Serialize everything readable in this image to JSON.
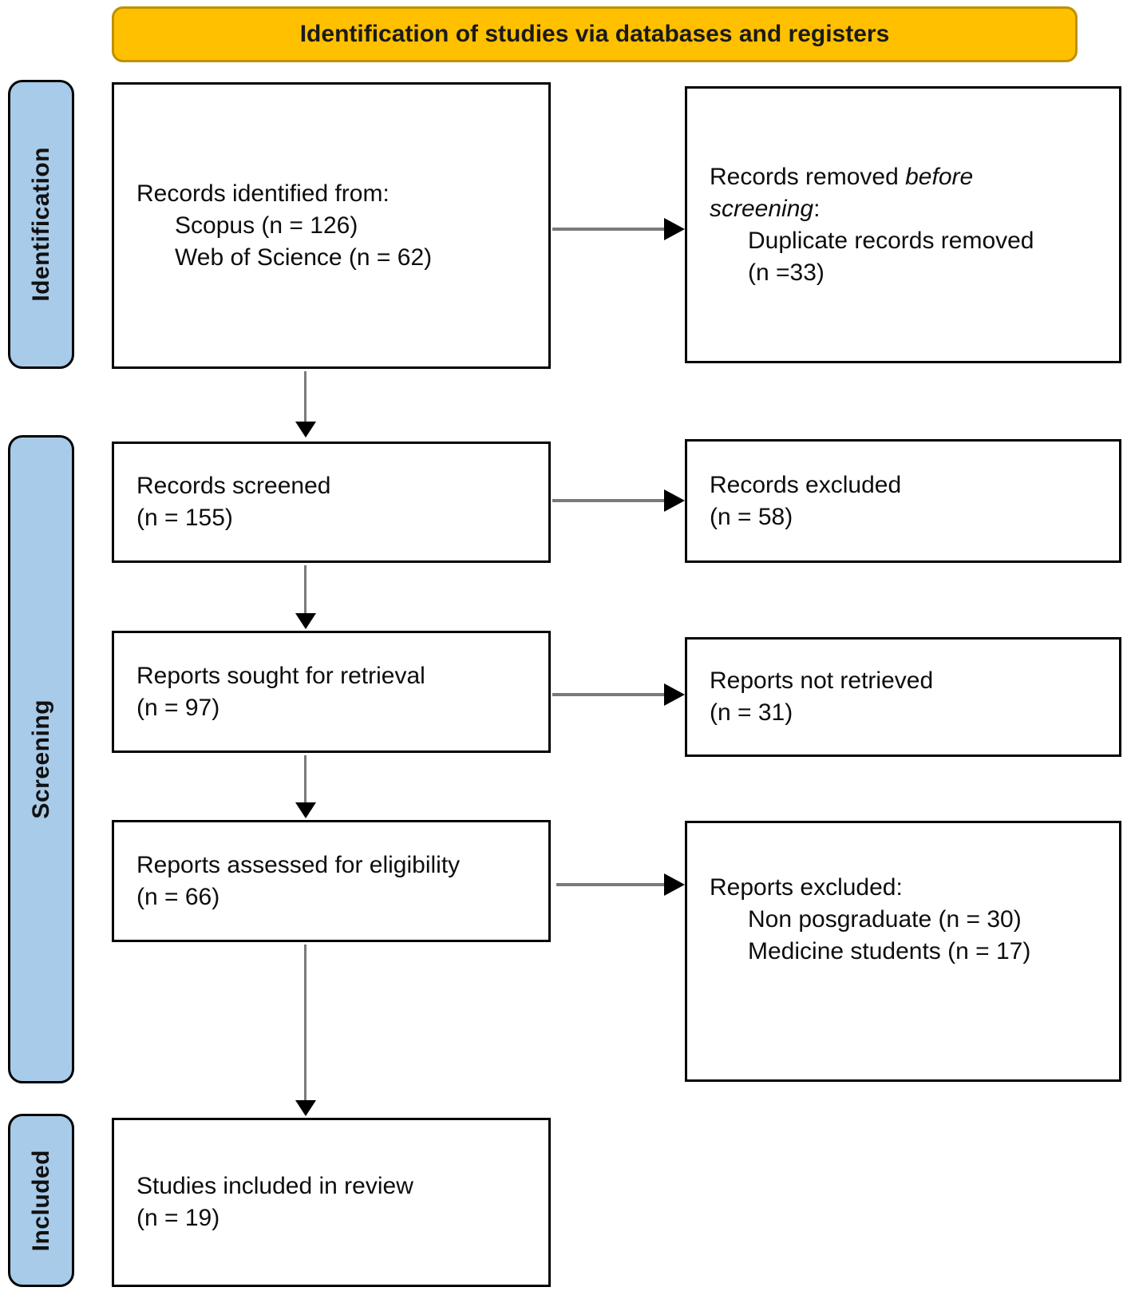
{
  "banner": {
    "title": "Identification of studies via databases and registers"
  },
  "stages": {
    "identification": "Identification",
    "screening": "Screening",
    "included": "Included"
  },
  "boxes": {
    "records_identified": {
      "line1": "Records identified from:",
      "line2": "Scopus (n = 126)",
      "line3": "Web of Science (n = 62)"
    },
    "records_removed": {
      "line1_normal": "Records removed ",
      "line1_italic": "before",
      "line2_italic": "screening",
      "line2_normal": ":",
      "line3": "Duplicate records removed",
      "line4": "(n =33)"
    },
    "records_screened": {
      "line1": "Records screened",
      "line2": "(n = 155)"
    },
    "records_excluded": {
      "line1": "Records excluded",
      "line2": "(n = 58)"
    },
    "reports_sought": {
      "line1": "Reports sought for retrieval",
      "line2": "(n = 97)"
    },
    "reports_not_retrieved": {
      "line1": "Reports not retrieved",
      "line2": "(n = 31)"
    },
    "reports_assessed": {
      "line1": "Reports assessed for eligibility",
      "line2": "(n = 66)"
    },
    "reports_excluded": {
      "line1": "Reports excluded:",
      "line2": "Non posgraduate (n = 30)",
      "line3": "Medicine students (n = 17)"
    },
    "studies_included": {
      "line1": "Studies included in review",
      "line2": "(n = 19)"
    }
  },
  "colors": {
    "banner_fill": "#FFC000",
    "banner_border": "#BF9000",
    "stage_fill": "#A7CBE9",
    "box_border": "#000000",
    "arrow_line": "#7a7a7a",
    "arrow_head": "#000000"
  }
}
